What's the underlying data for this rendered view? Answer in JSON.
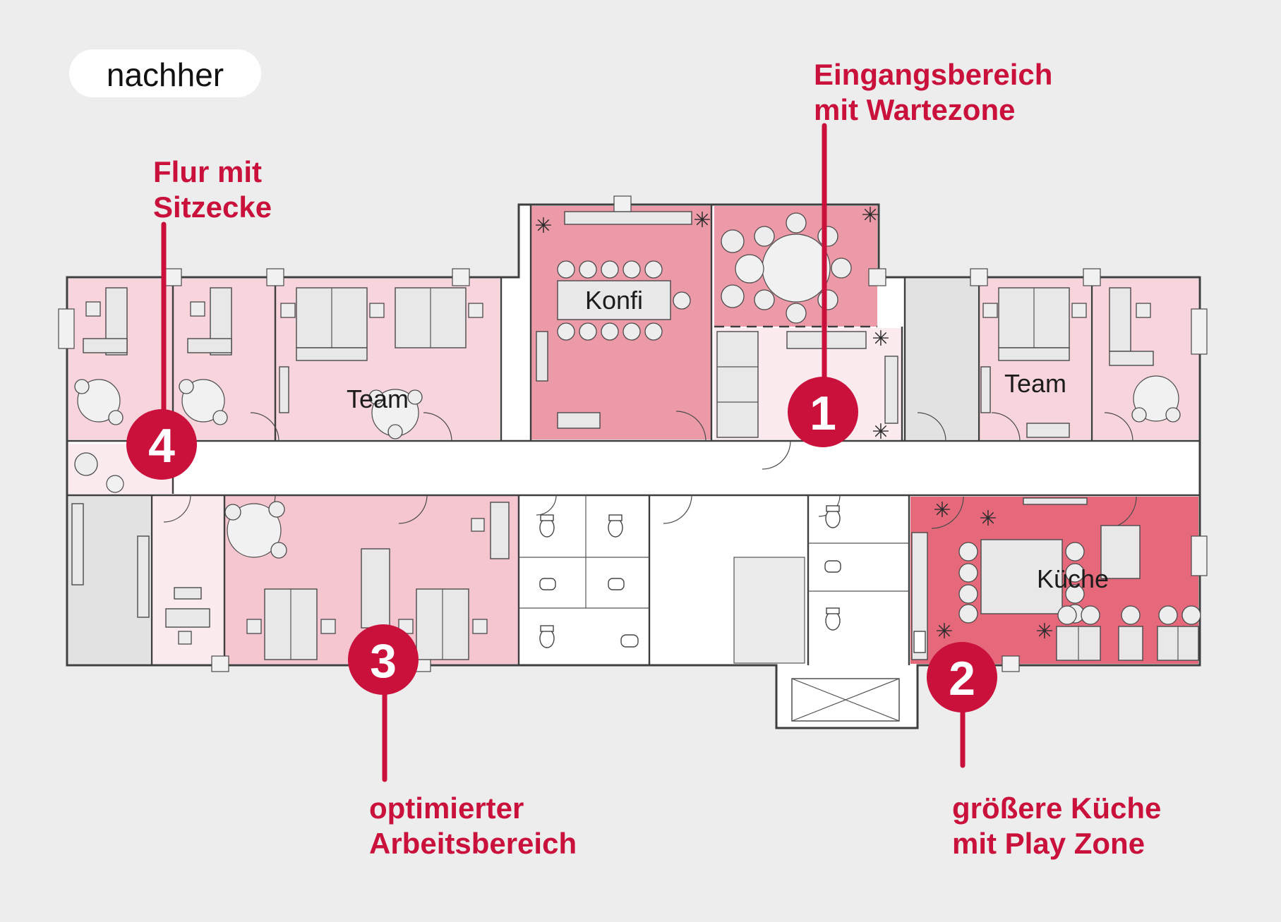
{
  "badge": {
    "label": "nachher"
  },
  "rooms": {
    "konfi": "Konfi",
    "team_left": "Team",
    "team_right": "Team",
    "kitchen": "Küche"
  },
  "annotations": [
    {
      "number": "1",
      "line1": "Eingangsbereich",
      "line2": "mit Wartezone"
    },
    {
      "number": "2",
      "line1": "größere Küche",
      "line2": "mit Play Zone"
    },
    {
      "number": "3",
      "line1": "optimierter",
      "line2": "Arbeitsbereich"
    },
    {
      "number": "4",
      "line1": "Flur mit",
      "line2": "Sitzecke"
    }
  ],
  "icons": {
    "plant": "✳"
  },
  "colors": {
    "accent_red": "#c9113c",
    "kitchen_red": "#e5697b",
    "zone_pink_strong": "#ed9aa8",
    "zone_pink_medium": "#f5c6d0",
    "zone_pink_light": "#f8d4dc",
    "zone_pink_pale": "#fcebee",
    "unchanged_grey": "#e2e2e2",
    "background": "#ededee"
  }
}
